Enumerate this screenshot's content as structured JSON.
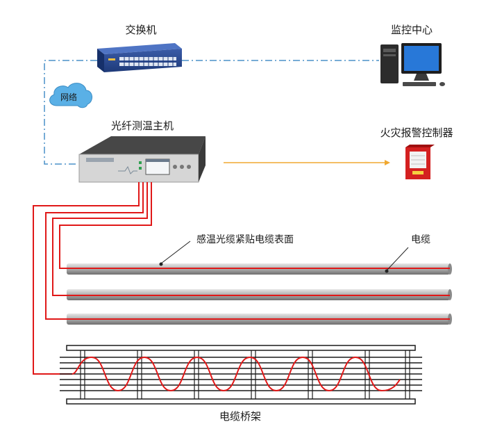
{
  "labels": {
    "switch": "交换机",
    "monitor_center": "监控中心",
    "network": "网络",
    "host": "光纤测温主机",
    "fire_controller": "火灾报警控制器",
    "sensing_fiber": "感温光缆紧贴电缆表面",
    "cable": "电缆",
    "cable_tray": "电缆桥架"
  },
  "colors": {
    "network_link": "#4a90c8",
    "alarm_link": "#f0a830",
    "fiber": "#e01818",
    "cable_body": "#a8a8a8",
    "tray": "#1a1a1a",
    "controller": "#d42020"
  }
}
